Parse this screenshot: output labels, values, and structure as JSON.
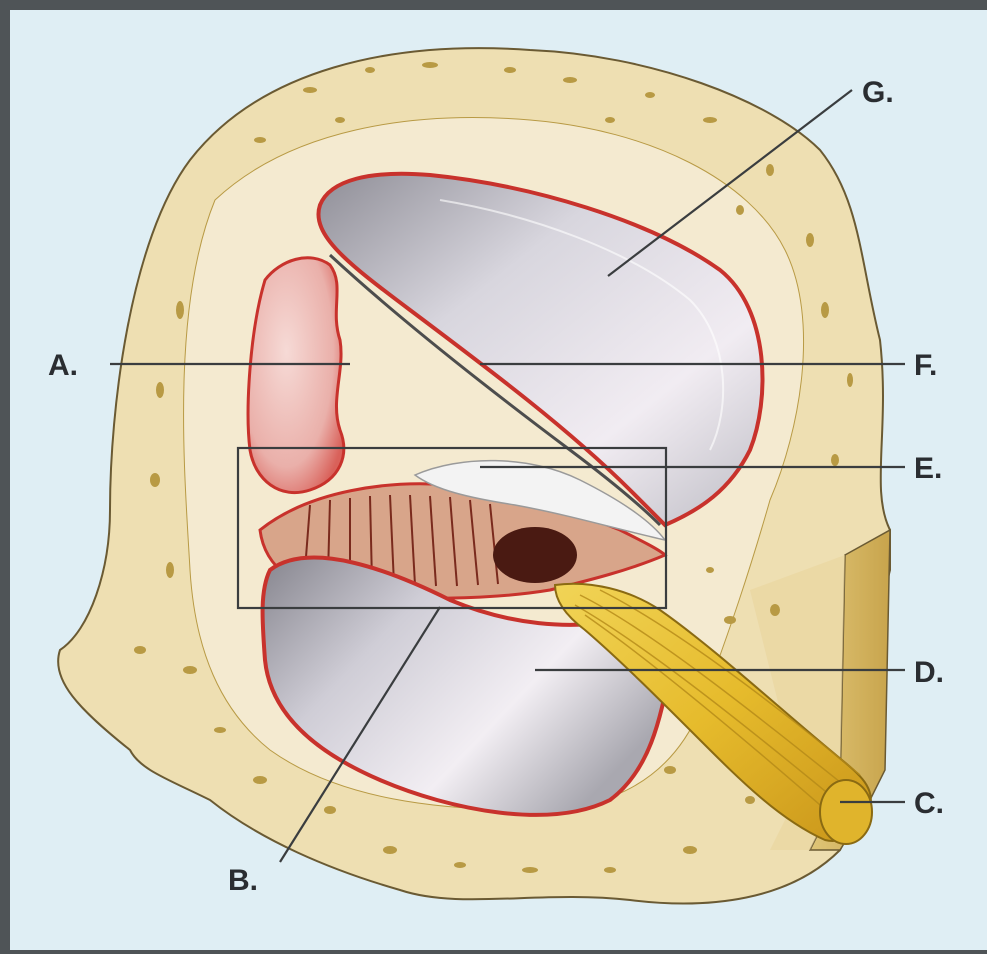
{
  "diagram": {
    "labels": {
      "A": "A.",
      "B": "B.",
      "C": "C.",
      "D": "D.",
      "E": "E.",
      "F": "F.",
      "G": "G."
    },
    "colors": {
      "background": "#dfeef4",
      "bone": "#eedfb2",
      "bone_dark": "#d9c38a",
      "bone_specks": "#b89a44",
      "membrane_red": "#c8322c",
      "duct_pink": "#e9a8a2",
      "canal_gray": "#b5b4bd",
      "canal_light": "#f3eef4",
      "nerve_yellow": "#e8c23e",
      "organ_dark": "#4a1a12",
      "frame": "#4f5457"
    }
  }
}
